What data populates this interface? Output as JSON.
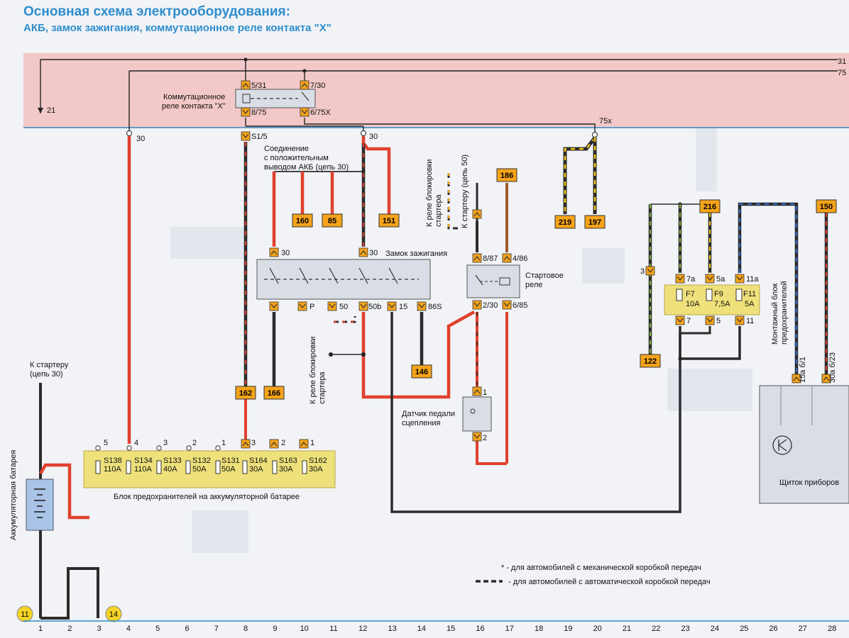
{
  "header": {
    "title": "Основная схема электрооборудования:",
    "subtitle": "АКБ, замок зажигания, коммутационное реле контакта \"X\""
  },
  "bus": {
    "line_31": "31",
    "line_75": "75",
    "line_21": "21",
    "label_75x": "75x"
  },
  "relay_x": {
    "label_line1": "Коммутационное",
    "label_line2": "реле контакта \"X\"",
    "pin_5_31": "5/31",
    "pin_7_30": "7/30",
    "pin_8_75": "8/75",
    "pin_6_75x": "6/75X"
  },
  "splice": {
    "s1_5": "S1/5",
    "w30_left": "30",
    "w30_mid": "30"
  },
  "akb_note": {
    "line1": "Соединение",
    "line2": "с положительным",
    "line3": "выводом АКБ (цепь 30)"
  },
  "ignition": {
    "title": "Замок зажигания",
    "pin_30a": "30",
    "pin_30b": "30",
    "pin_p": "P",
    "pin_50": "50",
    "pin_50b": "50b",
    "pin_15": "15",
    "pin_86s": "86S"
  },
  "starter_relay": {
    "title_line1": "Стартовое",
    "title_line2": "реле",
    "pin_8_87": "8/87",
    "pin_4_86": "4/86",
    "pin_2_30": "2/30",
    "pin_6_85": "6/85"
  },
  "starter_lock_top": {
    "line1": "К реле блокировки",
    "line2": "стартера"
  },
  "starter_lock_bottom": {
    "line1": "К реле блокировки",
    "line2": "стартера"
  },
  "starter_circuit50": {
    "line1": "К стартеру (цепь 50)"
  },
  "clutch": {
    "line1": "Датчик педали",
    "line2": "сцепления",
    "pin1": "1",
    "pin2": "2"
  },
  "refs": {
    "r160": "160",
    "r85": "85",
    "r151": "151",
    "r186": "186",
    "r219": "219",
    "r197": "197",
    "r216": "216",
    "r150": "150",
    "r162": "162",
    "r166": "166",
    "r146": "146",
    "r122": "122"
  },
  "fuse_box": {
    "label": "Монтажный блок предохранителей",
    "label_line1": "Монтажный блок",
    "label_line2": "предохранителей",
    "fuses": [
      {
        "name": "F7",
        "rating": "10A",
        "in": "7a",
        "out": "7"
      },
      {
        "name": "F9",
        "rating": "7,5A",
        "in": "5a",
        "out": "5"
      },
      {
        "name": "F11",
        "rating": "5A",
        "in": "11a",
        "out": "11"
      }
    ],
    "pin_3": "3"
  },
  "dash": {
    "title": "Щиток приборов",
    "pins": [
      "15a\nб/1",
      "30a\nб/23"
    ]
  },
  "battery": {
    "label": "Аккумуляторная батарея",
    "starter_line1": "К стартеру",
    "starter_line2": "(цепь 30)"
  },
  "battery_fuses": {
    "label": "Блок предохранителей на аккумуляторной батарее",
    "fuses": [
      {
        "pin": "5",
        "name": "S138",
        "rating": "110A"
      },
      {
        "pin": "4",
        "name": "S134",
        "rating": "110A"
      },
      {
        "pin": "3",
        "name": "S133",
        "rating": "40A"
      },
      {
        "pin": "2",
        "name": "S132",
        "rating": "50A"
      },
      {
        "pin": "1",
        "name": "S131",
        "rating": "50A"
      },
      {
        "pin": "3",
        "name": "S164",
        "rating": "30A"
      },
      {
        "pin": "2",
        "name": "S163",
        "rating": "30A"
      },
      {
        "pin": "1",
        "name": "S162",
        "rating": "30A"
      }
    ]
  },
  "ground": {
    "g11": "11",
    "g14": "14"
  },
  "legend": {
    "manual": "* - для автомобилей с механической коробкой передач",
    "auto": "- для автомобилей с автоматической коробкой передач"
  },
  "grid_numbers": [
    "1",
    "2",
    "3",
    "4",
    "5",
    "6",
    "7",
    "8",
    "9",
    "10",
    "11",
    "12",
    "13",
    "14",
    "15",
    "16",
    "17",
    "18",
    "19",
    "20",
    "21",
    "22",
    "23",
    "24",
    "25",
    "26",
    "27",
    "28"
  ],
  "colors": {
    "red_wire": "#e0412e",
    "black_wire": "#2b2b2b",
    "connector": "#f5a31a",
    "fuse_block": "#eee07a",
    "bus_band": "#f3c8c8",
    "title": "#2f8dcc"
  }
}
